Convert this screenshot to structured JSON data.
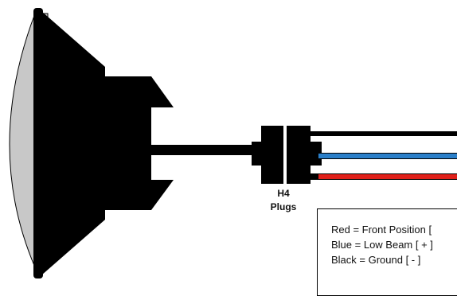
{
  "plug_label": {
    "line1": "H4",
    "line2": "Plugs"
  },
  "legend": {
    "red": "Red = Front Position [",
    "blue": "Blue = Low Beam [ + ]",
    "black": "Black = Ground [ - ]"
  },
  "colors": {
    "housing": "#000000",
    "lens": "#c8c8c8",
    "wire_black": "#000000",
    "wire_blue": "#2a7fc9",
    "wire_red": "#e0201a",
    "background": "#ffffff"
  }
}
